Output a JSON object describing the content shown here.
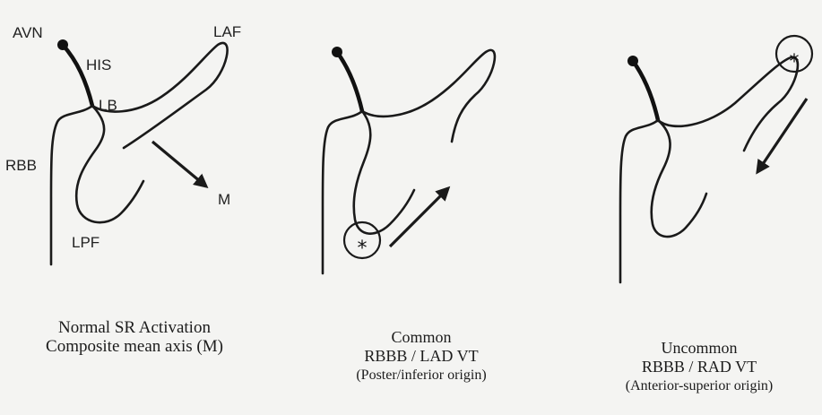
{
  "panel1": {
    "labels": {
      "avn": "AVN",
      "his": "HIS",
      "laf": "LAF",
      "lb": "LB",
      "rbb": "RBB",
      "lpf": "LPF",
      "m": "M"
    },
    "caption": [
      "Normal SR Activation",
      "Composite mean axis (M)"
    ]
  },
  "panel2": {
    "star": "*",
    "caption": [
      "Common",
      "RBBB / LAD VT",
      "(Poster/inferior origin)"
    ]
  },
  "panel3": {
    "star": "*",
    "caption": [
      "Uncommon",
      "RBBB / RAD VT",
      "(Anterior-superior origin)"
    ]
  },
  "colors": {
    "ink": "#1a1a1a",
    "paper": "#f4f4f2"
  }
}
